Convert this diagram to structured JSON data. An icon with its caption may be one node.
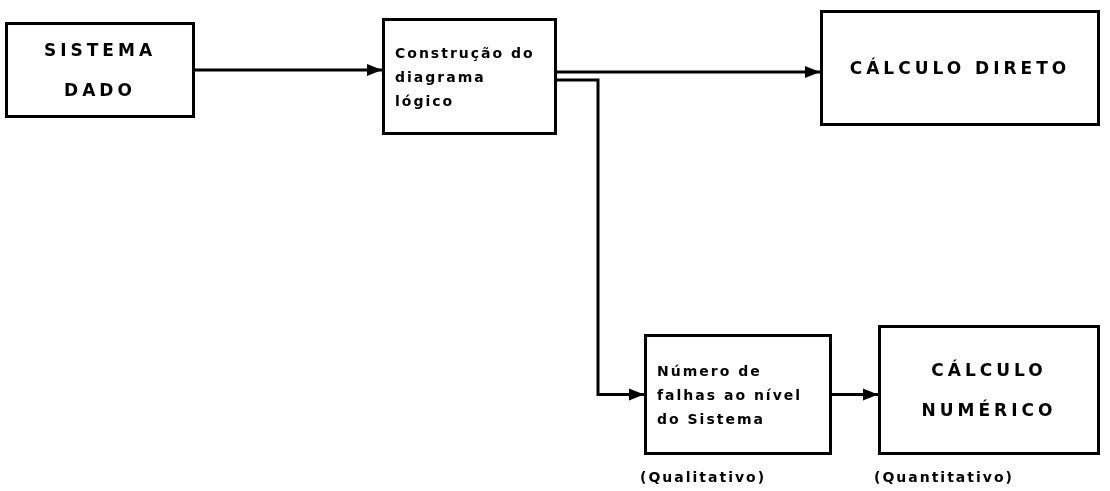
{
  "diagram": {
    "nodes": [
      {
        "text": [
          "SISTEMA DADO"
        ]
      },
      {
        "text": [
          "Construção do diagrama lógico"
        ]
      },
      {
        "text": [
          "CÁLCULO DIRETO"
        ]
      },
      {
        "text": [
          "Número de falhas ao nível do Sistema"
        ],
        "beside": [
          "(Qualitativo)"
        ]
      },
      {
        "text": [
          "CÁLCULO NUMÉRICO"
        ],
        "beside": [
          "(Quantitativo)"
        ]
      }
    ],
    "edges": [
      {
        "from": 0,
        "to": 1,
        "arrow": "to"
      },
      {
        "from": 1,
        "to": 2,
        "arrow": "to"
      },
      {
        "from": 1,
        "to": 3,
        "arrow": "to"
      },
      {
        "from": 3,
        "to": 4,
        "arrow": "to"
      }
    ]
  }
}
